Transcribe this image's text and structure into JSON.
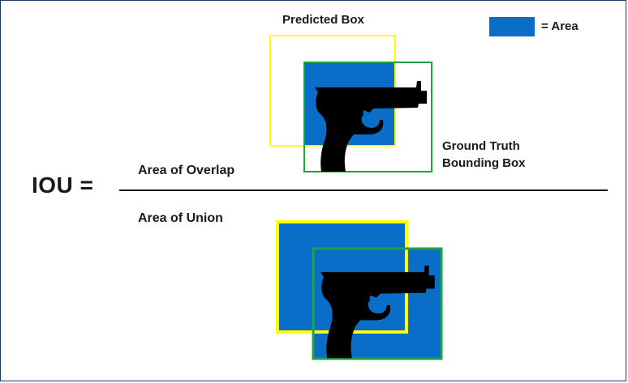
{
  "labels": {
    "predicted_box": "Predicted Box",
    "ground_truth": "Ground Truth\nBounding Box",
    "legend_text": "= Area",
    "iou": "IOU  =",
    "numerator": "Area of Overlap",
    "denominator": "Area of Union"
  },
  "colors": {
    "area_fill": "#0a6ec8",
    "predicted_stroke": "#ffff00",
    "ground_truth_stroke": "#22a046",
    "gun": "#000000",
    "frame": "#1f3864"
  },
  "icons": {
    "object": "pistol-icon"
  }
}
